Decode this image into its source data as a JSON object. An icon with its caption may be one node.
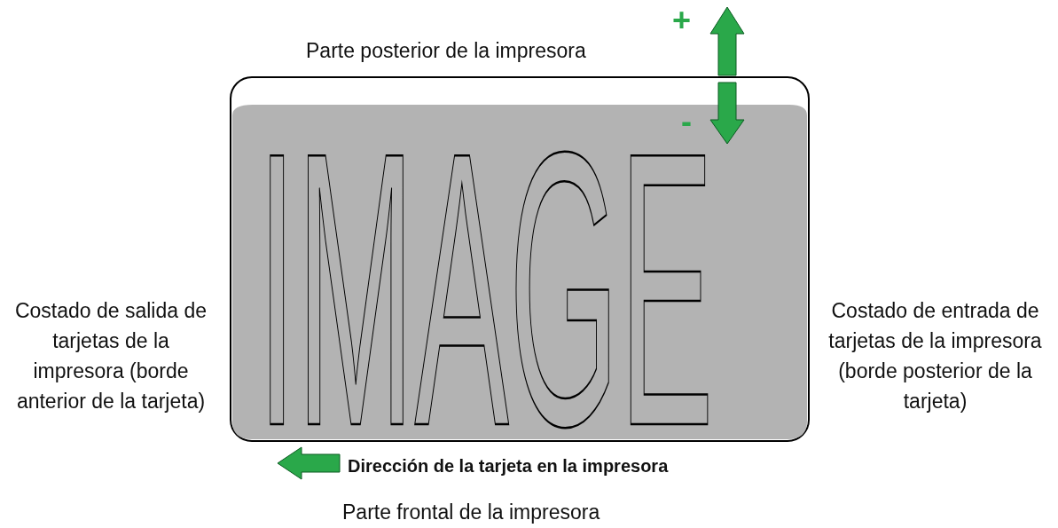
{
  "diagram": {
    "labels": [
      "Parte posterior de la impresora",
      "+",
      "-",
      "IMAGE",
      "Costado de salida de tarjetas de la impresora (borde anterior de la tarjeta)",
      "Costado de entrada de tarjetas de la impresora (borde posterior de la tarjeta)",
      "Dirección de la tarjeta en la impresora",
      "Parte frontal de la impresora"
    ]
  }
}
